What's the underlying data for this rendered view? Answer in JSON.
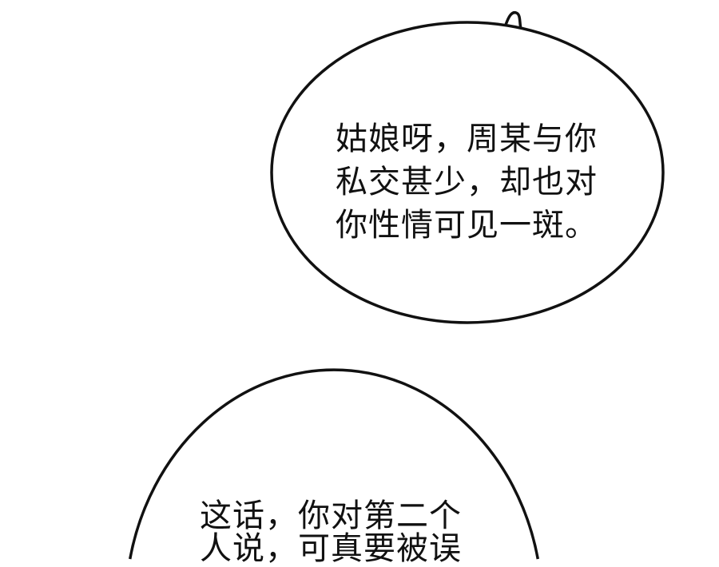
{
  "bubbles": [
    {
      "lines": [
        "姑娘呀，周某与你",
        "私交甚少，却也对",
        "你性情可见一斑。"
      ]
    },
    {
      "lines": [
        "这话，你对第二个",
        "人说，可真要被误"
      ]
    }
  ],
  "colors": {
    "stroke": "#111111",
    "background": "#ffffff"
  }
}
